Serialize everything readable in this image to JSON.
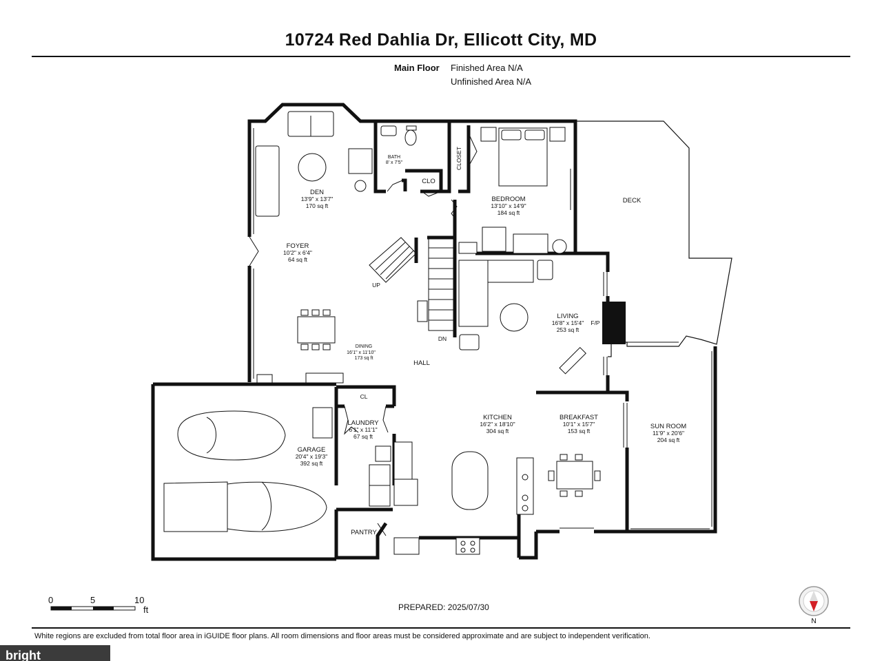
{
  "title": "10724 Red Dahlia Dr, Ellicott City, MD",
  "header": {
    "floor": "Main Floor",
    "finished": "Finished Area N/A",
    "unfinished": "Unfinished Area N/A"
  },
  "rooms": {
    "den": {
      "name": "DEN",
      "dims": "13'9\" x 13'7\"",
      "area": "170 sq ft"
    },
    "bath": {
      "name": "BATH",
      "dims": "8' x 7'5\""
    },
    "clo": {
      "name": "CLO"
    },
    "closet": {
      "name": "CLOSET"
    },
    "bedroom": {
      "name": "BEDROOM",
      "dims": "13'10\" x 14'9\"",
      "area": "184 sq ft"
    },
    "deck": {
      "name": "DECK"
    },
    "foyer": {
      "name": "FOYER",
      "dims": "10'2\" x 6'4\"",
      "area": "64 sq ft"
    },
    "dining": {
      "name": "DINING",
      "dims": "16'1\" x 11'10\"",
      "area": "173 sq ft"
    },
    "hall": {
      "name": "HALL"
    },
    "living": {
      "name": "LIVING",
      "dims": "16'8\" x 15'4\"",
      "area": "253 sq ft"
    },
    "fp": {
      "name": "F/P"
    },
    "up": {
      "name": "UP"
    },
    "dn": {
      "name": "DN"
    },
    "cl": {
      "name": "CL"
    },
    "laundry": {
      "name": "LAUNDRY",
      "dims": "6'1\" x 11'1\"",
      "area": "67 sq ft"
    },
    "garage": {
      "name": "GARAGE",
      "dims": "20'4\" x 19'3\"",
      "area": "392 sq ft"
    },
    "kitchen": {
      "name": "KITCHEN",
      "dims": "16'2\" x 18'10\"",
      "area": "304 sq ft"
    },
    "breakfast": {
      "name": "BREAKFAST",
      "dims": "10'1\" x 15'7\"",
      "area": "153 sq ft"
    },
    "sunroom": {
      "name": "SUN ROOM",
      "dims": "11'9\" x 20'6\"",
      "area": "204 sq ft"
    },
    "pantry": {
      "name": "PANTRY"
    }
  },
  "scale": {
    "ticks": [
      "0",
      "5",
      "10"
    ],
    "unit": "ft"
  },
  "compass": {
    "label": "N"
  },
  "prepared": "PREPARED: 2025/07/30",
  "footnote": "White regions are excluded from total floor area in iGUIDE floor plans. All room dimensions and floor areas must be considered approximate and are subject to independent verification.",
  "logo": "bright"
}
